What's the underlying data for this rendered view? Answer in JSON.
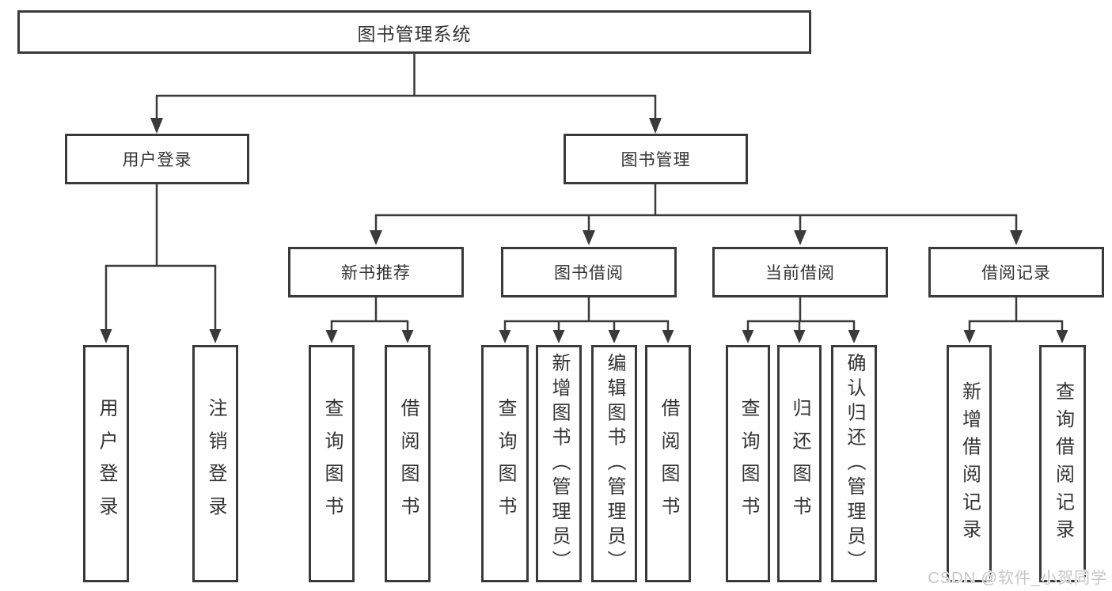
{
  "tree": {
    "root": {
      "label": "图书管理系统"
    },
    "branches": [
      {
        "label": "用户登录",
        "children": [
          "用户登录",
          "注销登录"
        ]
      },
      {
        "label": "图书管理",
        "groups": [
          {
            "label": "新书推荐",
            "children": [
              "查询图书",
              "借阅图书"
            ]
          },
          {
            "label": "图书借阅",
            "children": [
              "查询图书",
              "新增图书（管理员）",
              "编辑图书（管理员）",
              "借阅图书"
            ]
          },
          {
            "label": "当前借阅",
            "children": [
              "查询图书",
              "归还图书",
              "确认归还（管理员）"
            ]
          },
          {
            "label": "借阅记录",
            "children": [
              "新增借阅记录",
              "查询借阅记录"
            ]
          }
        ]
      }
    ]
  },
  "colors": {
    "line": "#3a3a3a",
    "text": "#333333",
    "background": "#ffffff",
    "watermark": "#c6c6c6"
  },
  "watermark": {
    "text": "CSDN @软件_小贺同学"
  }
}
